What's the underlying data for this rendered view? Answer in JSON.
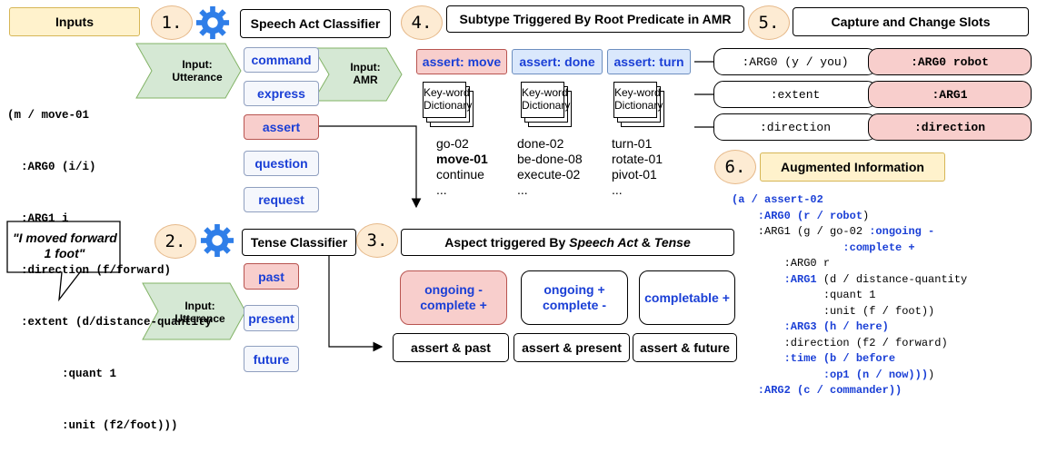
{
  "headers": {
    "inputs": "Inputs",
    "speech_act": "Speech Act Classifier",
    "subtype": "Subtype Triggered By Root Predicate in AMR",
    "capture": "Capture and Change Slots",
    "tense": "Tense Classifier",
    "aspect_prefix": "Aspect triggered By ",
    "aspect_speech": "Speech Act",
    "aspect_amp": " & ",
    "aspect_tense": "Tense",
    "augmented": "Augmented Information"
  },
  "step_numbers": [
    "1.",
    "2.",
    "3.",
    "4.",
    "5.",
    "6."
  ],
  "inputs": {
    "utterance_arrow": "Input:\nUtterance",
    "amr_arrow": "Input:\nAMR",
    "utterance_arrow2": "Input:\nUtterance",
    "utterance_quote": "\"I moved forward\n1 foot\"",
    "amr_lines": [
      "(m / move-01",
      "  :ARG0 (i/i)",
      "  :ARG1 i",
      "  :direction (f/forward)",
      "  :extent (d/distance-quantity",
      "        :quant 1",
      "        :unit (f2/foot)))"
    ]
  },
  "speech_acts": [
    "command",
    "express",
    "assert",
    "question",
    "request"
  ],
  "speech_act_selected": "assert",
  "tenses": [
    "past",
    "present",
    "future"
  ],
  "tense_selected": "past",
  "subtypes": [
    {
      "label": "assert: move",
      "selected": true,
      "dict": "Key-word\nDictionary",
      "words": [
        "go-02",
        "move-01",
        "continue",
        "..."
      ],
      "bold_index": 1
    },
    {
      "label": "assert: done",
      "selected": false,
      "dict": "Key-word\nDictionary",
      "words": [
        "done-02",
        "be-done-08",
        "execute-02",
        "..."
      ],
      "bold_index": -1
    },
    {
      "label": "assert: turn",
      "selected": false,
      "dict": "Key-word\nDictionary",
      "words": [
        "turn-01",
        "rotate-01",
        "pivot-01",
        "..."
      ],
      "bold_index": -1
    }
  ],
  "aspects": [
    {
      "label": "ongoing -\ncomplete +",
      "selected": true
    },
    {
      "label": "ongoing +\ncomplete -",
      "selected": false
    },
    {
      "label": "completable +",
      "selected": false
    }
  ],
  "aspect_combos": [
    "assert & past",
    "assert & present",
    "assert & future"
  ],
  "slots": [
    {
      "from": ":ARG0 (y / you)",
      "to": ":ARG0 robot"
    },
    {
      "from": ":extent",
      "to": ":ARG1"
    },
    {
      "from": ":direction",
      "to": ":direction"
    }
  ],
  "augmented": [
    [
      {
        "t": "(a / assert-02",
        "s": "bluebold"
      }
    ],
    [
      {
        "t": "    :ARG0 (r / robot",
        "s": "bluebold"
      },
      {
        "t": ")",
        "s": "plain"
      }
    ],
    [
      {
        "t": "    :ARG1 (g / go-02 ",
        "s": "plain"
      },
      {
        "t": ":ongoing -",
        "s": "bluebold"
      }
    ],
    [
      {
        "t": "                 :complete +",
        "s": "bluebold"
      }
    ],
    [
      {
        "t": "        :ARG0 r",
        "s": "plain"
      }
    ],
    [
      {
        "t": "        ",
        "s": "plain"
      },
      {
        "t": ":ARG1",
        "s": "bluebold"
      },
      {
        "t": " (d / distance-quantity",
        "s": "plain"
      }
    ],
    [
      {
        "t": "              :quant 1",
        "s": "plain"
      }
    ],
    [
      {
        "t": "              :unit (f / foot))",
        "s": "plain"
      }
    ],
    [
      {
        "t": "        :ARG3 (h / here)",
        "s": "bluebold"
      }
    ],
    [
      {
        "t": "        :direction (f2 / forward)",
        "s": "plain"
      }
    ],
    [
      {
        "t": "        :time (b / before",
        "s": "bluebold"
      }
    ],
    [
      {
        "t": "              :op1 (n / now)))",
        "s": "bluebold"
      },
      {
        "t": ")",
        "s": "plain"
      }
    ],
    [
      {
        "t": "    :ARG2 (c / commander))",
        "s": "bluebold"
      }
    ]
  ],
  "colors": {
    "accent_blue": "#1a3fd6",
    "selected_fill": "#f8cecc",
    "selected_border": "#b85450",
    "header_yellow": "#fff2cc",
    "arrow_green": "#d5e8d4",
    "number_circle": "#fdebd3",
    "gear_blue": "#2f7ee8"
  },
  "icons": [
    "gear-icon",
    "dictionary-stack-icon",
    "chevron-arrow-icon",
    "speech-bubble-icon"
  ]
}
